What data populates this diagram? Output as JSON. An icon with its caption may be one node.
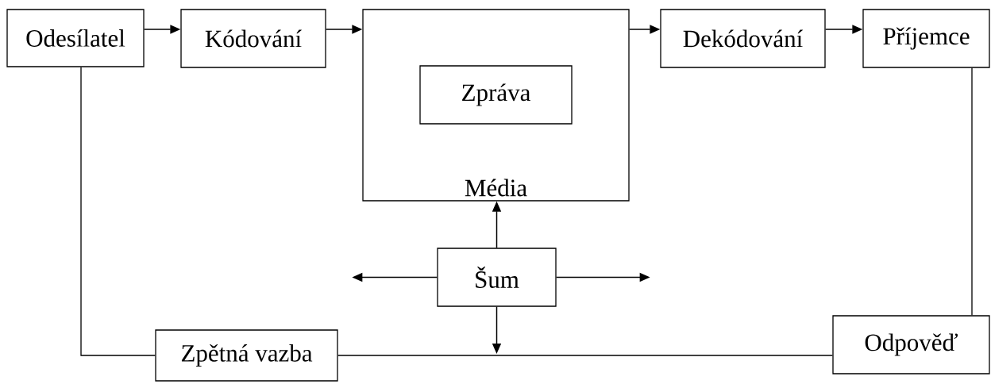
{
  "diagram": {
    "nodes": [
      {
        "text": [
          "Odesílatel"
        ]
      },
      {
        "text": [
          "Kódování"
        ]
      },
      {
        "text": [
          "Média"
        ]
      },
      {
        "text": [
          "Zpráva"
        ],
        "in": 2
      },
      {
        "text": [
          "Dekódování"
        ]
      },
      {
        "text": [
          "Příjemce"
        ]
      },
      {
        "text": [
          "Šum"
        ]
      },
      {
        "text": [
          "Zpětná vazba"
        ]
      },
      {
        "text": [
          "Odpověď"
        ]
      }
    ],
    "edges": [
      {
        "from": 0,
        "to": 1,
        "arrow": "to"
      },
      {
        "from": 1,
        "to": 2,
        "arrow": "to"
      },
      {
        "from": 2,
        "to": 4,
        "arrow": "to"
      },
      {
        "from": 4,
        "to": 5,
        "arrow": "to"
      },
      {
        "from": 6,
        "to": 2,
        "arrow": "to"
      },
      {
        "from": 6,
        "to": null,
        "arrow": "to"
      },
      {
        "from": 6,
        "to": null,
        "arrow": "to"
      },
      {
        "from": 6,
        "to": null,
        "arrow": "to"
      },
      {
        "from": 0,
        "to": 7,
        "arrow": "none"
      },
      {
        "from": 7,
        "to": 8,
        "arrow": "none"
      },
      {
        "from": 5,
        "to": 8,
        "arrow": "none"
      }
    ]
  }
}
